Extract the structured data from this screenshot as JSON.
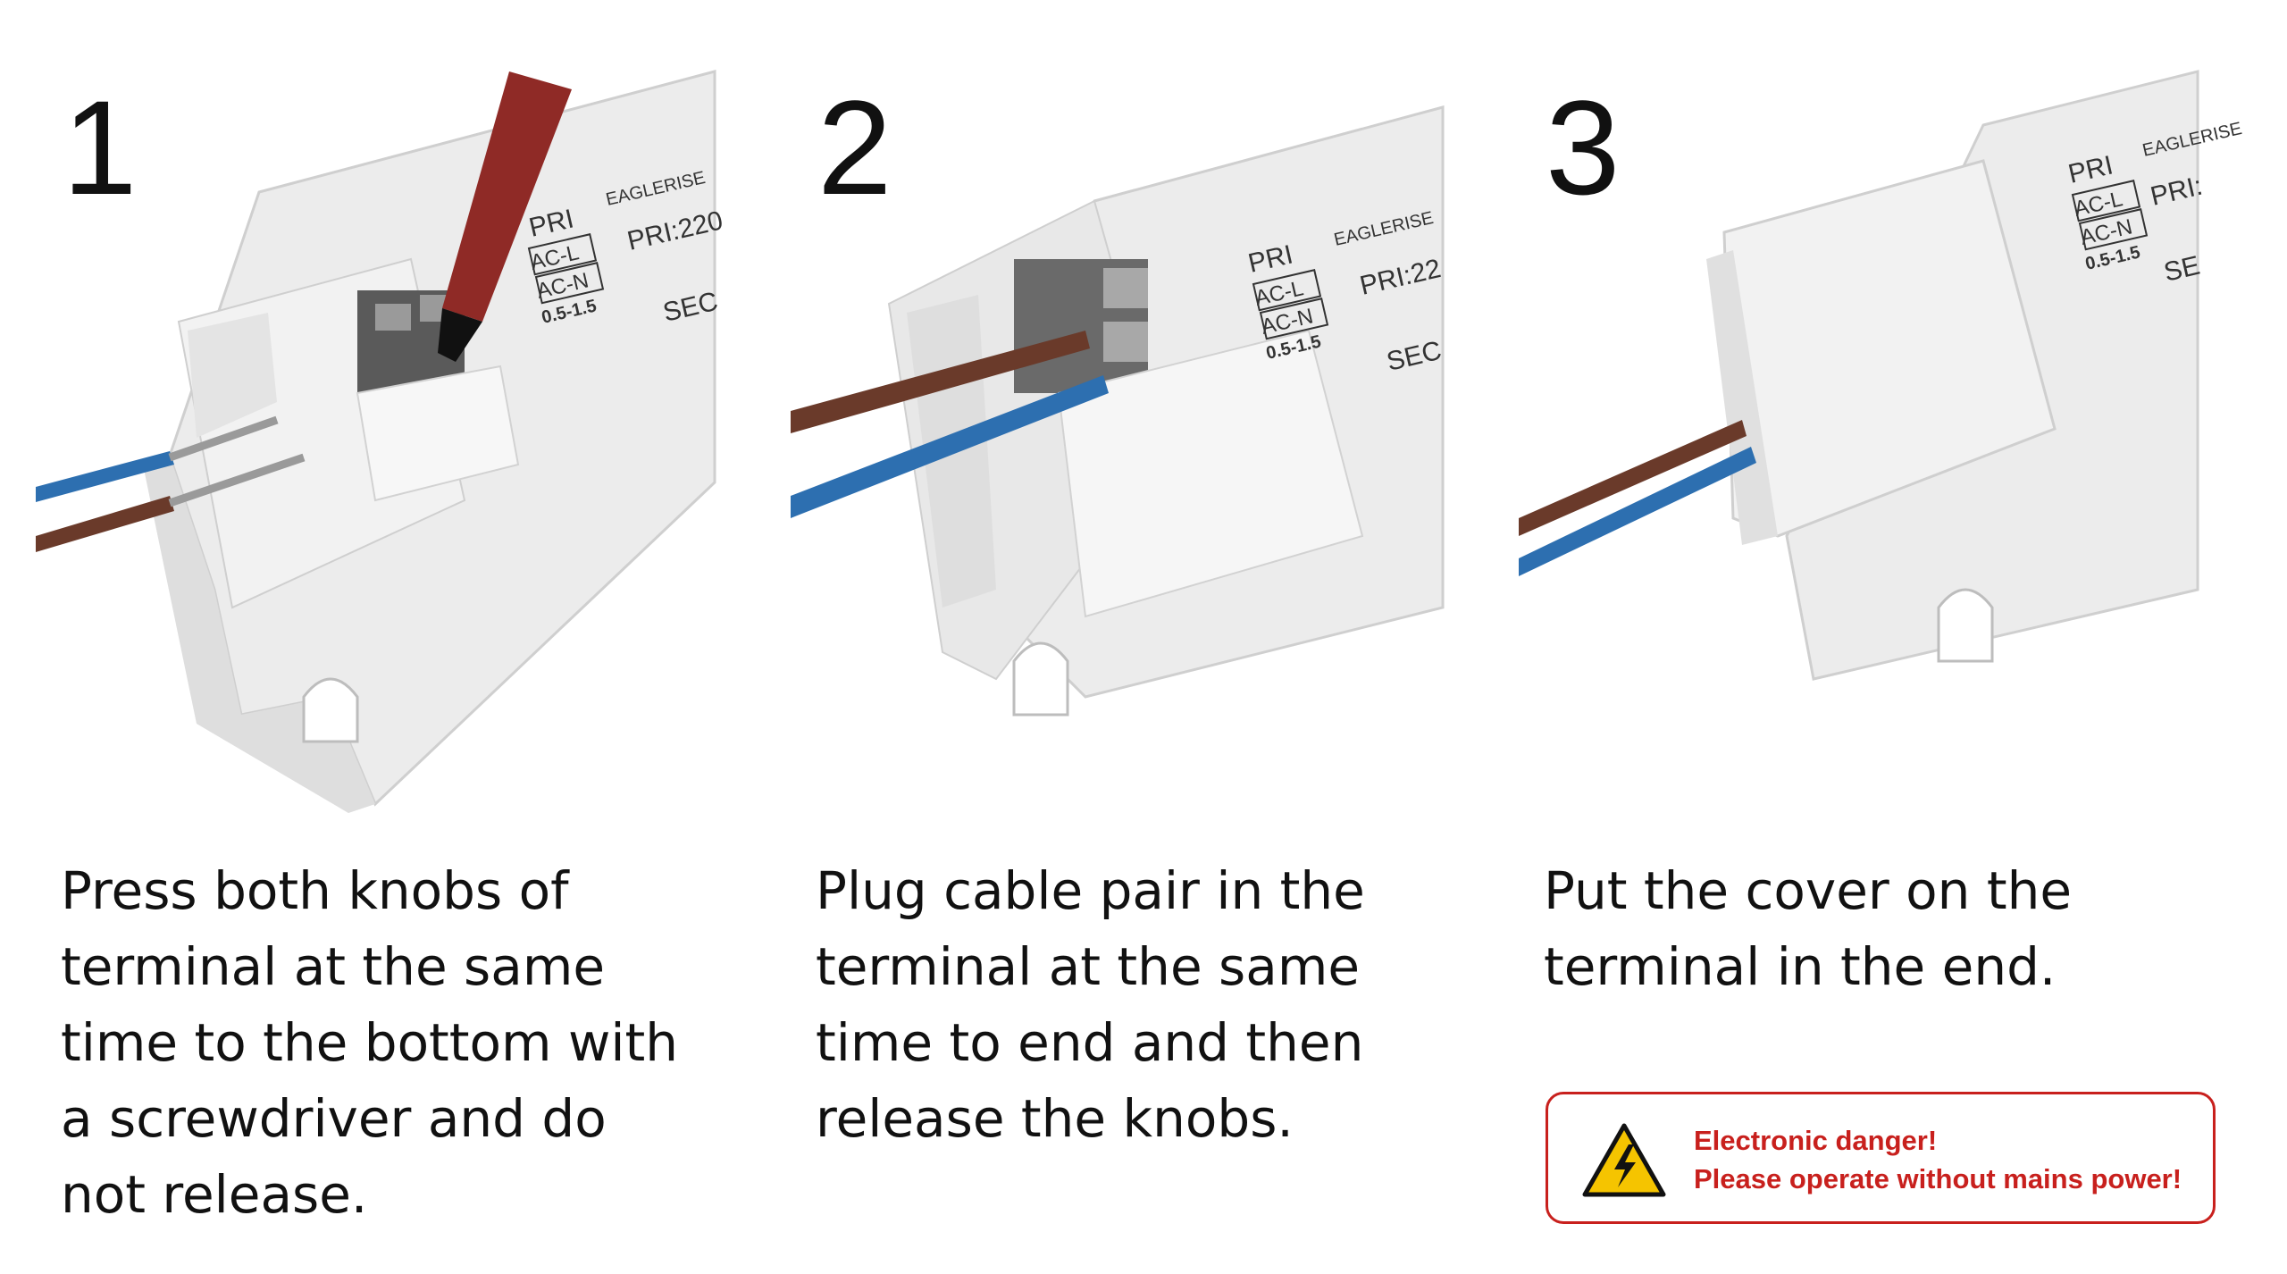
{
  "steps": [
    {
      "number": "1",
      "caption_lines": [
        "Press both knobs of",
        "terminal at the same",
        "time to the bottom with",
        "a screwdriver and do",
        "not release."
      ],
      "label": {
        "pri": "PRI",
        "acl": "AC-L",
        "acn": "AC-N",
        "size": "0.5-1.5",
        "brand": "EAGLERISE",
        "model": "PRI:220",
        "sec": "SEC"
      }
    },
    {
      "number": "2",
      "caption_lines": [
        "Plug cable pair in the",
        "terminal at the same",
        "time to end and then",
        "release the knobs."
      ],
      "label": {
        "pri": "PRI",
        "acl": "AC-L",
        "acn": "AC-N",
        "size": "0.5-1.5",
        "brand": "EAGLERISE",
        "model": "PRI:22",
        "sec": "SEC"
      }
    },
    {
      "number": "3",
      "caption_lines": [
        "Put the cover on the",
        "terminal in the end."
      ],
      "label": {
        "pri": "PRI",
        "acl": "AC-L",
        "acn": "AC-N",
        "size": "0.5-1.5",
        "brand": "EAGLERISE",
        "model": "PRI:",
        "sec": "SE"
      }
    }
  ],
  "warning": {
    "line1": "Electronic danger!",
    "line2": "Please operate without mains power!",
    "icon": "high-voltage-warning-icon",
    "accent_color": "#c8201d"
  }
}
